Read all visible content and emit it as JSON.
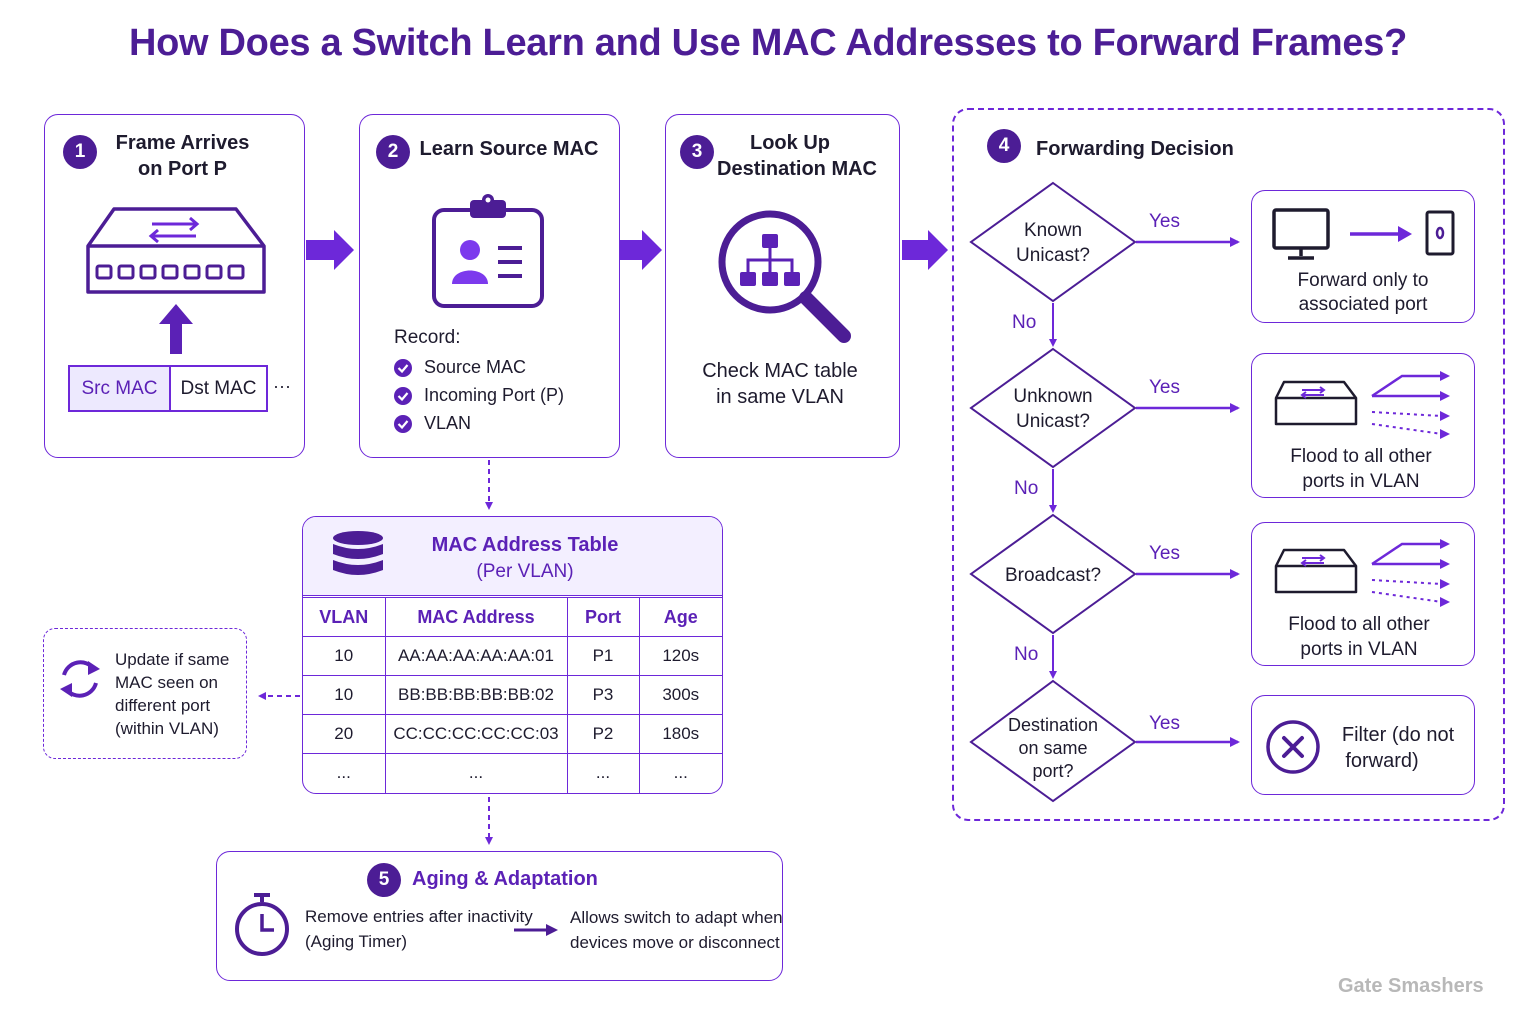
{
  "title": "How Does a Switch Learn and Use MAC Addresses to Forward Frames?",
  "step1": {
    "num": "1",
    "title_line1": "Frame Arrives",
    "title_line2": "on Port P",
    "src_mac": "Src MAC",
    "dst_mac": "Dst MAC",
    "ellipsis": "···"
  },
  "step2": {
    "num": "2",
    "title": "Learn Source MAC",
    "record_label": "Record:",
    "items": [
      "Source MAC",
      "Incoming Port (P)",
      "VLAN"
    ]
  },
  "step3": {
    "num": "3",
    "title_line1": "Look Up",
    "title_line2": "Destination MAC",
    "desc_line1": "Check MAC table",
    "desc_line2": "in same VLAN"
  },
  "step4": {
    "num": "4",
    "title": "Forwarding Decision",
    "yes": "Yes",
    "no": "No",
    "questions": [
      {
        "line1": "Known",
        "line2": "Unicast?"
      },
      {
        "line1": "Unknown",
        "line2": "Unicast?"
      },
      {
        "line1": "Broadcast?",
        "line2": ""
      },
      {
        "line1": "Destination",
        "line2": "on same",
        "line3": "port?"
      }
    ],
    "outcomes": [
      {
        "line1": "Forward only to",
        "line2": "associated port"
      },
      {
        "line1": "Flood to all other",
        "line2": "ports in VLAN"
      },
      {
        "line1": "Flood to all other",
        "line2": "ports in VLAN"
      },
      {
        "line1": "Filter (do not",
        "line2": "forward)"
      }
    ]
  },
  "table": {
    "title": "MAC Address Table",
    "subtitle": "(Per VLAN)",
    "columns": [
      "VLAN",
      "MAC Address",
      "Port",
      "Age"
    ],
    "rows": [
      [
        "10",
        "AA:AA:AA:AA:AA:01",
        "P1",
        "120s"
      ],
      [
        "10",
        "BB:BB:BB:BB:BB:02",
        "P3",
        "300s"
      ],
      [
        "20",
        "CC:CC:CC:CC:CC:03",
        "P2",
        "180s"
      ],
      [
        "...",
        "...",
        "...",
        "..."
      ]
    ]
  },
  "update_note": {
    "lines": [
      "Update if same",
      "MAC seen on",
      "different port",
      "(within VLAN)"
    ]
  },
  "step5": {
    "num": "5",
    "title": "Aging & Adaptation",
    "left_line1": "Remove entries after inactivity",
    "left_line2": "(Aging Timer)",
    "right_line1": "Allows switch to adapt when",
    "right_line2": "devices move or disconnect"
  },
  "watermark": "Gate Smashers",
  "colors": {
    "accent": "#4c1d95",
    "stroke": "#6d28d9",
    "arrow": "#6d28d9",
    "fill_light": "#ede9fe",
    "watermark": "#b8b8b8"
  }
}
